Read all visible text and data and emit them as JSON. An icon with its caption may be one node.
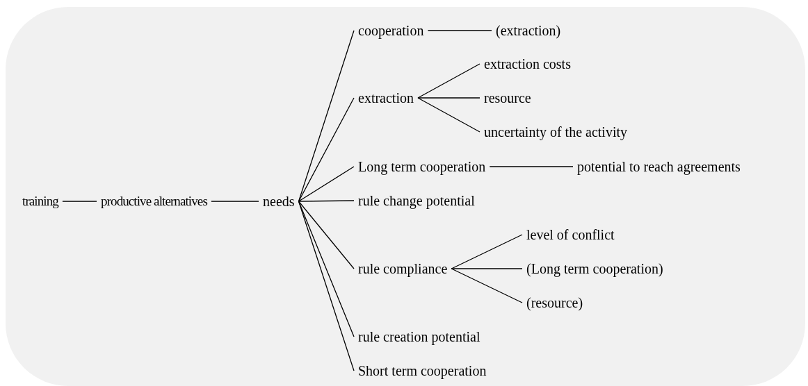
{
  "diagram": {
    "nodes": [
      {
        "text": [
          "training"
        ]
      },
      {
        "text": [
          "productive alternatives"
        ]
      },
      {
        "text": [
          "needs"
        ]
      },
      {
        "text": [
          "cooperation"
        ]
      },
      {
        "text": [
          "(extraction)"
        ]
      },
      {
        "text": [
          "extraction"
        ]
      },
      {
        "text": [
          "extraction costs"
        ]
      },
      {
        "text": [
          "resource"
        ]
      },
      {
        "text": [
          "uncertainty of the activity"
        ]
      },
      {
        "text": [
          "Long term cooperation"
        ]
      },
      {
        "text": [
          "potential to reach agreements"
        ]
      },
      {
        "text": [
          "rule change potential"
        ]
      },
      {
        "text": [
          "rule compliance"
        ]
      },
      {
        "text": [
          "level of conflict"
        ]
      },
      {
        "text": [
          "(Long term cooperation)"
        ]
      },
      {
        "text": [
          "(resource)"
        ]
      },
      {
        "text": [
          "rule creation potential"
        ]
      },
      {
        "text": [
          "Short term cooperation"
        ]
      }
    ],
    "edges": [
      {
        "from": 0,
        "to": 1,
        "arrow": "none"
      },
      {
        "from": 1,
        "to": 2,
        "arrow": "none"
      },
      {
        "from": 2,
        "to": 3,
        "arrow": "none"
      },
      {
        "from": 3,
        "to": 4,
        "arrow": "none"
      },
      {
        "from": 2,
        "to": 5,
        "arrow": "none"
      },
      {
        "from": 5,
        "to": 6,
        "arrow": "none"
      },
      {
        "from": 5,
        "to": 7,
        "arrow": "none"
      },
      {
        "from": 5,
        "to": 8,
        "arrow": "none"
      },
      {
        "from": 2,
        "to": 9,
        "arrow": "none"
      },
      {
        "from": 9,
        "to": 10,
        "arrow": "none"
      },
      {
        "from": 2,
        "to": 11,
        "arrow": "none"
      },
      {
        "from": 2,
        "to": 12,
        "arrow": "none"
      },
      {
        "from": 12,
        "to": 13,
        "arrow": "none"
      },
      {
        "from": 12,
        "to": 14,
        "arrow": "none"
      },
      {
        "from": 12,
        "to": 15,
        "arrow": "none"
      },
      {
        "from": 2,
        "to": 16,
        "arrow": "none"
      },
      {
        "from": 2,
        "to": 17,
        "arrow": "none"
      }
    ]
  }
}
